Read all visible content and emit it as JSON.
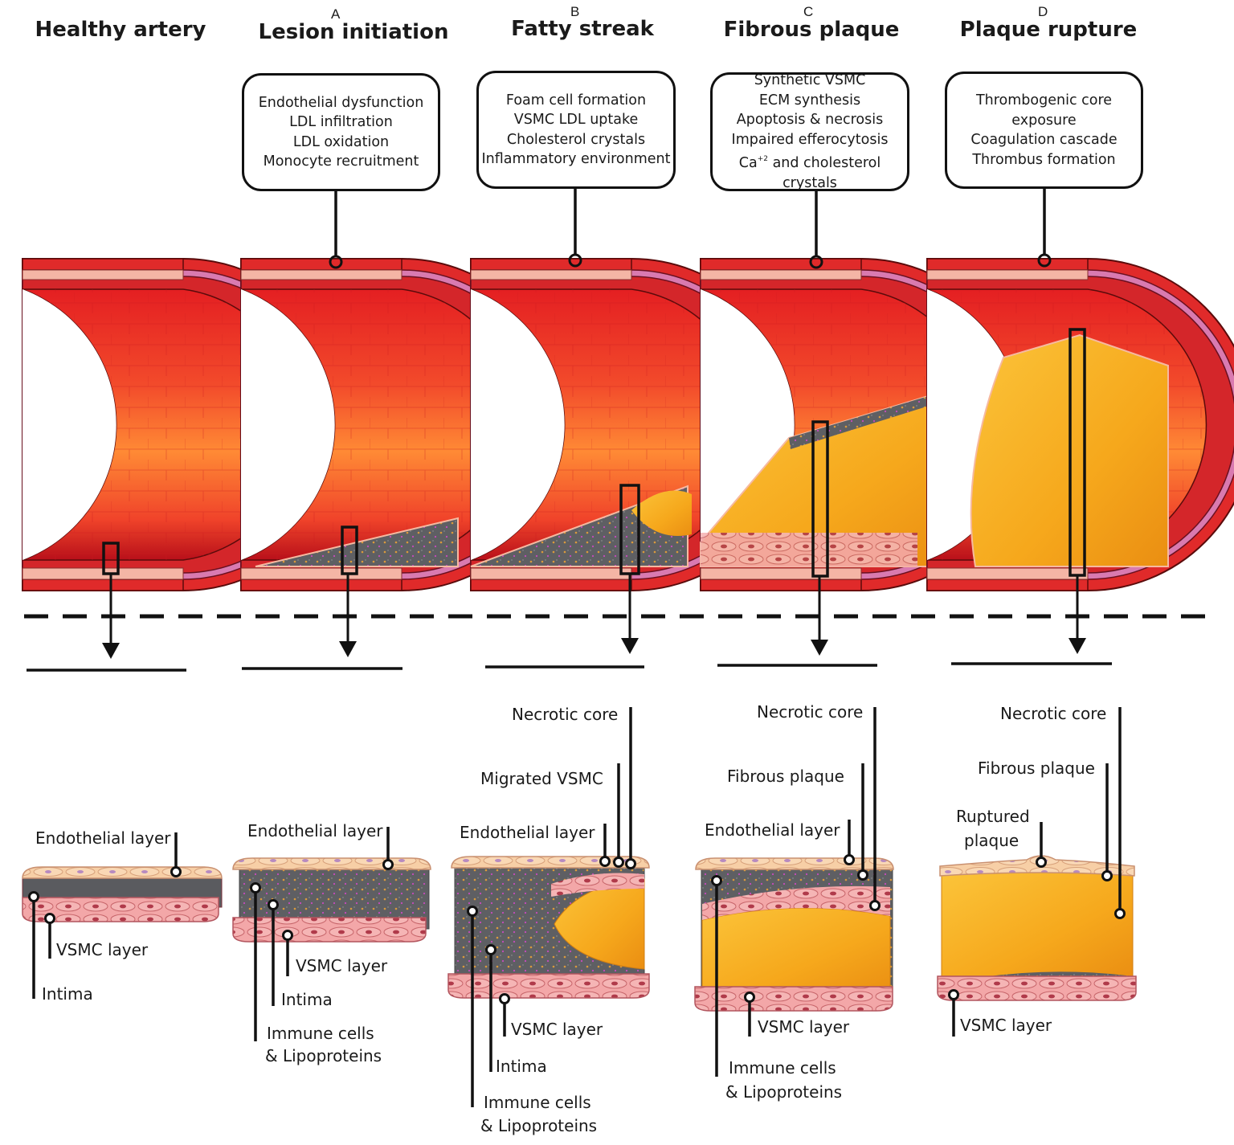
{
  "stages": [
    {
      "title": "Healthy  artery",
      "letter": "",
      "box_lines": []
    },
    {
      "title": "Lesion initiation",
      "letter": "A",
      "box_lines": [
        "Endothelial dysfunction",
        "LDL infiltration",
        "LDL oxidation",
        "Monocyte recruitment"
      ]
    },
    {
      "title": "Fatty streak",
      "letter": "B",
      "box_lines": [
        "Foam cell formation",
        "VSMC LDL uptake",
        "Cholesterol crystals",
        "Inflammatory environment"
      ]
    },
    {
      "title": "Fibrous plaque",
      "letter": "C",
      "box_lines": [
        "Synthetic  VSMC",
        "ECM synthesis",
        "Apoptosis & necrosis",
        "Impaired efferocytosis",
        "and cholesterol crystals"
      ]
    },
    {
      "title": "Plaque rupture",
      "letter": "D",
      "box_lines": [
        "Thrombogenic core",
        "exposure",
        "Coagulation cascade",
        "Thrombus formation"
      ]
    }
  ],
  "calcium": {
    "symbol": "Ca",
    "charge": "+2"
  },
  "labels": {
    "healthy": {
      "endothelial": "Endothelial layer",
      "vsmc": "VSMC layer",
      "intima": "Intima"
    },
    "lesion": {
      "endothelial": "Endothelial layer",
      "vsmc": "VSMC layer",
      "intima": "Intima",
      "immune_1": "Immune cells",
      "immune_2": "& Lipoproteins"
    },
    "fatty": {
      "necrotic": "Necrotic core",
      "migrated": "Migrated VSMC",
      "endothelial": "Endothelial layer",
      "vsmc": "VSMC layer",
      "intima": "Intima",
      "immune_1": "Immune cells",
      "immune_2": "& Lipoproteins"
    },
    "fibrous": {
      "necrotic": "Necrotic core",
      "fibrous": "Fibrous plaque",
      "endothelial": "Endothelial layer",
      "vsmc": "VSMC layer",
      "immune_1": "Immune cells",
      "immune_2": "& Lipoproteins"
    },
    "rupture": {
      "necrotic": "Necrotic core",
      "fibrous": "Fibrous plaque",
      "ruptured_1": "Ruptured",
      "ruptured_2": "plaque",
      "vsmc": "VSMC layer"
    }
  },
  "colors": {
    "artery_red": "#e02a2a",
    "lumen_orange": "#ff7a2e",
    "plaque_yellow": "#f7b21c",
    "intima_gray": "#5d5d60",
    "endothelium": "#f6c9a2",
    "vsmc_pink": "#f2a6a6"
  }
}
